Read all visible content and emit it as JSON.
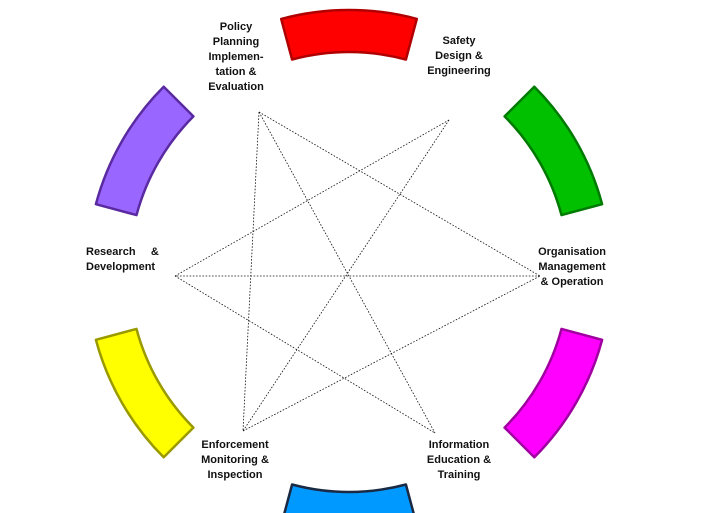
{
  "diagram": {
    "nodes": [
      {
        "id": "policy",
        "lines": [
          "Policy",
          "Planning",
          "Implemen-",
          "tation &",
          "Evaluation"
        ]
      },
      {
        "id": "safety",
        "lines": [
          "Safety",
          "Design &",
          "Engineering"
        ]
      },
      {
        "id": "organisation",
        "lines": [
          "Organisation",
          "Management",
          "& Operation"
        ]
      },
      {
        "id": "information",
        "lines": [
          "Information",
          "Education &",
          "Training"
        ]
      },
      {
        "id": "enforcement",
        "lines": [
          "Enforcement",
          "Monitoring &",
          "Inspection"
        ]
      },
      {
        "id": "research",
        "lines": [
          "Research     &",
          "Development"
        ]
      }
    ],
    "arcs": [
      {
        "id": "top",
        "color": "#ff0000",
        "stroke": "#b00000"
      },
      {
        "id": "upper-right",
        "color": "#00c000",
        "stroke": "#007a00"
      },
      {
        "id": "lower-right",
        "color": "#ff00ff",
        "stroke": "#a000a0"
      },
      {
        "id": "bottom",
        "color": "#0099ff",
        "stroke": "#1a2a44"
      },
      {
        "id": "lower-left",
        "color": "#ffff00",
        "stroke": "#9a9a00"
      },
      {
        "id": "upper-left",
        "color": "#9966ff",
        "stroke": "#5a2aa0"
      }
    ],
    "connections": [
      [
        "policy",
        "information"
      ],
      [
        "policy",
        "enforcement"
      ],
      [
        "policy",
        "organisation"
      ],
      [
        "safety",
        "research"
      ],
      [
        "safety",
        "enforcement"
      ],
      [
        "organisation",
        "research"
      ],
      [
        "research",
        "information"
      ],
      [
        "enforcement",
        "organisation"
      ]
    ]
  }
}
